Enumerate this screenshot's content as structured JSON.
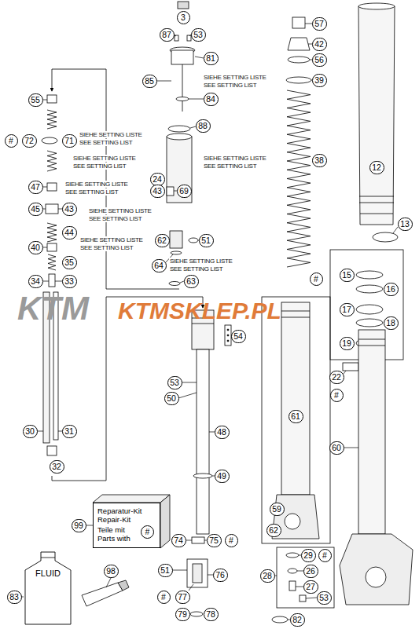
{
  "diagram": {
    "nodes": [
      {
        "text": [
          "3"
        ]
      },
      {
        "text": [
          "57"
        ]
      },
      {
        "text": [
          "87"
        ]
      },
      {
        "text": [
          "53"
        ]
      },
      {
        "text": [
          "42"
        ]
      },
      {
        "text": [
          "81"
        ]
      },
      {
        "text": [
          "56"
        ]
      },
      {
        "text": [
          "39"
        ]
      },
      {
        "text": [
          "85"
        ]
      },
      {
        "text": [
          "55"
        ]
      },
      {
        "text": [
          "84"
        ]
      },
      {
        "text": [
          "88"
        ]
      },
      {
        "text": [
          "#"
        ]
      },
      {
        "text": [
          "72"
        ]
      },
      {
        "text": [
          "71"
        ]
      },
      {
        "text": [
          "38"
        ]
      },
      {
        "text": [
          "12"
        ]
      },
      {
        "text": [
          "24"
        ]
      },
      {
        "text": [
          "47"
        ]
      },
      {
        "text": [
          "43"
        ]
      },
      {
        "text": [
          "69"
        ]
      },
      {
        "text": [
          "45"
        ]
      },
      {
        "text": [
          "43"
        ]
      },
      {
        "text": [
          "13"
        ]
      },
      {
        "text": [
          "44"
        ]
      },
      {
        "text": [
          "62"
        ]
      },
      {
        "text": [
          "51"
        ]
      },
      {
        "text": [
          "40"
        ]
      },
      {
        "text": [
          "35"
        ]
      },
      {
        "text": [
          "64"
        ]
      },
      {
        "text": [
          "#"
        ]
      },
      {
        "text": [
          "15"
        ]
      },
      {
        "text": [
          "34"
        ]
      },
      {
        "text": [
          "33"
        ]
      },
      {
        "text": [
          "63"
        ]
      },
      {
        "text": [
          "16"
        ]
      },
      {
        "text": [
          "17"
        ]
      },
      {
        "text": [
          "18"
        ]
      },
      {
        "text": [
          "54"
        ]
      },
      {
        "text": [
          "19"
        ]
      },
      {
        "text": [
          "22"
        ]
      },
      {
        "text": [
          "53"
        ]
      },
      {
        "text": [
          "#"
        ]
      },
      {
        "text": [
          "50"
        ]
      },
      {
        "text": [
          "61"
        ]
      },
      {
        "text": [
          "30"
        ]
      },
      {
        "text": [
          "31"
        ]
      },
      {
        "text": [
          "48"
        ]
      },
      {
        "text": [
          "60"
        ]
      },
      {
        "text": [
          "32"
        ]
      },
      {
        "text": [
          "49"
        ]
      },
      {
        "text": [
          "59"
        ]
      },
      {
        "text": [
          "Reparatur-Kit Repair-Kit",
          "Teile mit Parts with"
        ]
      },
      {
        "text": [
          "#"
        ],
        "in": 52
      },
      {
        "text": [
          "99"
        ]
      },
      {
        "text": [
          "62"
        ]
      },
      {
        "text": [
          "74"
        ]
      },
      {
        "text": [
          "75"
        ]
      },
      {
        "text": [
          "#"
        ]
      },
      {
        "text": [
          "FLUID"
        ]
      },
      {
        "text": [
          "29"
        ]
      },
      {
        "text": [
          "#"
        ]
      },
      {
        "text": [
          "51"
        ]
      },
      {
        "text": [
          "98"
        ]
      },
      {
        "text": [
          "26"
        ]
      },
      {
        "text": [
          "28"
        ]
      },
      {
        "text": [
          "76"
        ]
      },
      {
        "text": [
          "27"
        ]
      },
      {
        "text": [
          "#"
        ]
      },
      {
        "text": [
          "77"
        ]
      },
      {
        "text": [
          "53"
        ]
      },
      {
        "text": [
          "83"
        ]
      },
      {
        "text": [
          "79"
        ]
      },
      {
        "text": [
          "78"
        ]
      },
      {
        "text": [
          "82"
        ]
      }
    ],
    "labels": [
      "SIEHE SETTING LISTE",
      "SEE SETTING LIST",
      "SIEHE SETTING LISTE",
      "SEE SETTING LIST",
      "SIEHE SETTING LISTE",
      "SEE SETTING LIST",
      "SIEHE SETTING LISTE",
      "SEE SETTING LIST",
      "SIEHE SETTING LISTE",
      "SEE SETTING LIST",
      "SIEHE SETTING LISTE",
      "SEE SETTING LIST",
      "SIEHE SETTING LISTE",
      "SEE SETTING LIST",
      "SIEHE SETTING LISTE",
      "SEE SETTING LIST",
      "KTM",
      "KTMSKLEP.PL"
    ]
  }
}
